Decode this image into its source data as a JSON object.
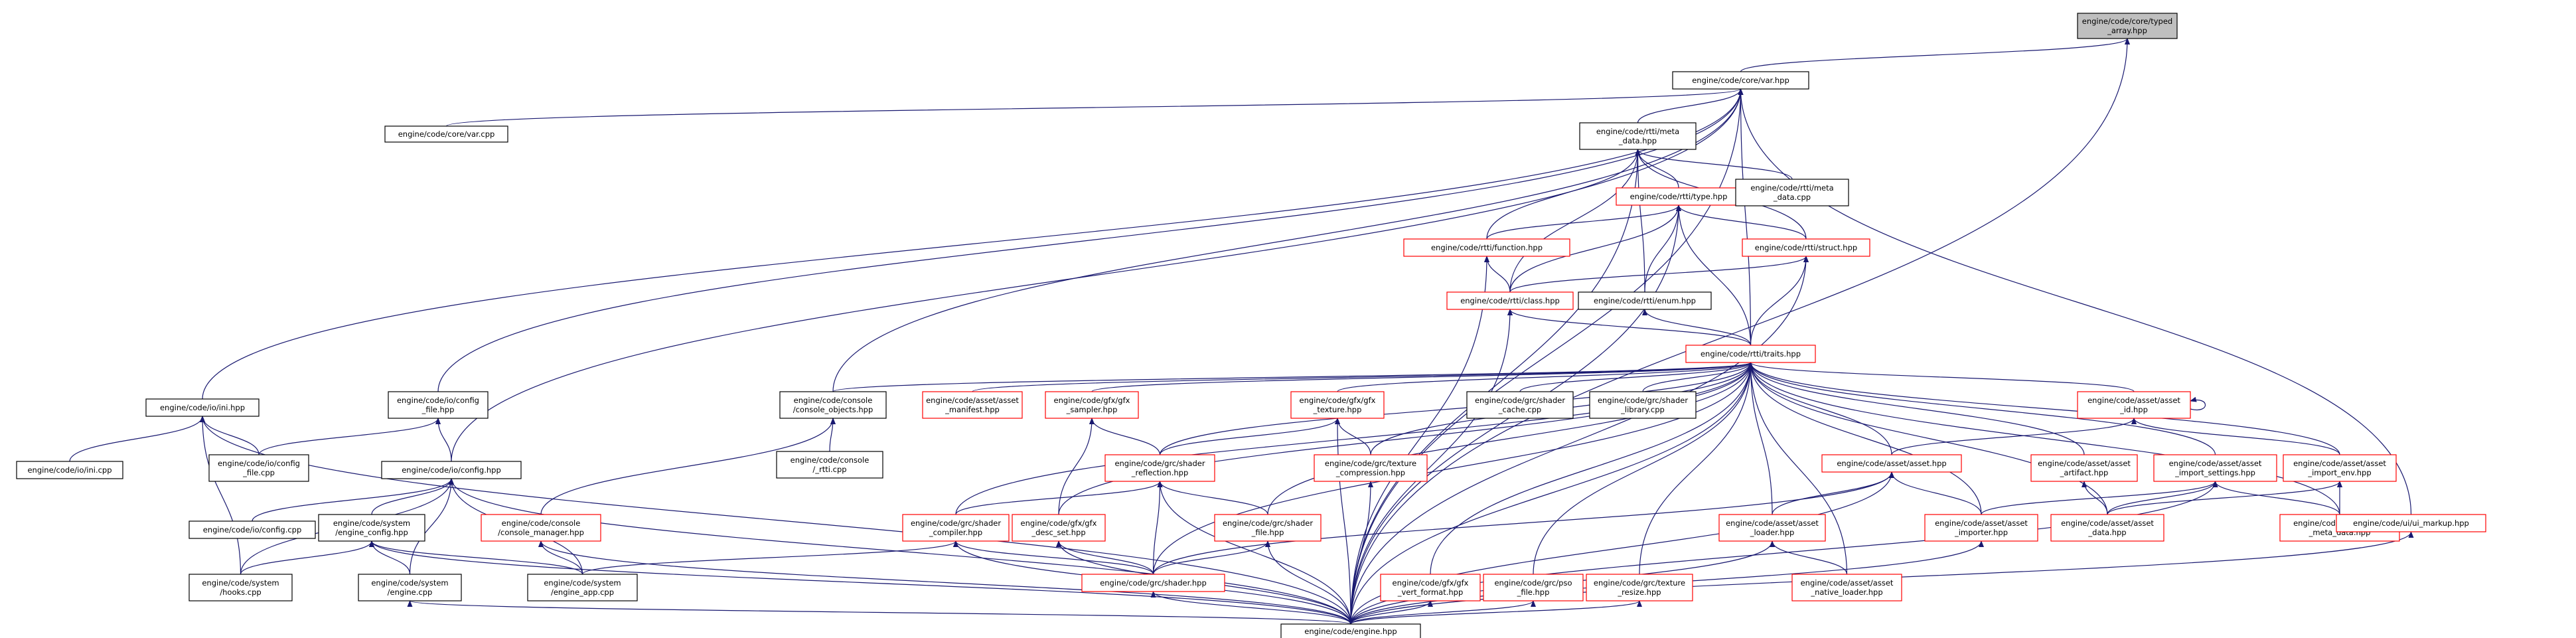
{
  "graph": {
    "nodes": [
      {
        "id": "typed_array",
        "lines": [
          "engine/code/core/typed",
          "_array.hpp"
        ],
        "style": "root"
      },
      {
        "id": "var_hpp",
        "lines": [
          "engine/code/core/var.hpp"
        ],
        "style": "black"
      },
      {
        "id": "var_cpp",
        "lines": [
          "engine/code/core/var.cpp"
        ],
        "style": "black"
      },
      {
        "id": "meta_data_hpp",
        "lines": [
          "engine/code/rtti/meta",
          "_data.hpp"
        ],
        "style": "black"
      },
      {
        "id": "type_hpp",
        "lines": [
          "engine/code/rtti/type.hpp"
        ],
        "style": "red"
      },
      {
        "id": "meta_data_cpp",
        "lines": [
          "engine/code/rtti/meta",
          "_data.cpp"
        ],
        "style": "black"
      },
      {
        "id": "function_hpp",
        "lines": [
          "engine/code/rtti/function.hpp"
        ],
        "style": "red"
      },
      {
        "id": "struct_hpp",
        "lines": [
          "engine/code/rtti/struct.hpp"
        ],
        "style": "red"
      },
      {
        "id": "class_hpp",
        "lines": [
          "engine/code/rtti/class.hpp"
        ],
        "style": "red"
      },
      {
        "id": "enum_hpp",
        "lines": [
          "engine/code/rtti/enum.hpp"
        ],
        "style": "black"
      },
      {
        "id": "traits_hpp",
        "lines": [
          "engine/code/rtti/traits.hpp"
        ],
        "style": "red"
      },
      {
        "id": "ini_hpp",
        "lines": [
          "engine/code/io/ini.hpp"
        ],
        "style": "black"
      },
      {
        "id": "ini_cpp",
        "lines": [
          "engine/code/io/ini.cpp"
        ],
        "style": "black"
      },
      {
        "id": "config_file_hpp",
        "lines": [
          "engine/code/io/config",
          "_file.hpp"
        ],
        "style": "black"
      },
      {
        "id": "config_file_cpp",
        "lines": [
          "engine/code/io/config",
          "_file.cpp"
        ],
        "style": "black"
      },
      {
        "id": "config_hpp",
        "lines": [
          "engine/code/io/config.hpp"
        ],
        "style": "black"
      },
      {
        "id": "config_cpp",
        "lines": [
          "engine/code/io/config.cpp"
        ],
        "style": "black"
      },
      {
        "id": "engine_config_hpp",
        "lines": [
          "engine/code/system",
          "/engine_config.hpp"
        ],
        "style": "black"
      },
      {
        "id": "hooks_cpp",
        "lines": [
          "engine/code/system",
          "/hooks.cpp"
        ],
        "style": "black"
      },
      {
        "id": "engine_cpp",
        "lines": [
          "engine/code/system",
          "/engine.cpp"
        ],
        "style": "black"
      },
      {
        "id": "engine_app_cpp",
        "lines": [
          "engine/code/system",
          "/engine_app.cpp"
        ],
        "style": "black"
      },
      {
        "id": "console_manager_hpp",
        "lines": [
          "engine/code/console",
          "/console_manager.hpp"
        ],
        "style": "red"
      },
      {
        "id": "console_objects_hpp",
        "lines": [
          "engine/code/console",
          "/console_objects.hpp"
        ],
        "style": "black"
      },
      {
        "id": "console_rtti_cpp",
        "lines": [
          "engine/code/console",
          "/_rtti.cpp"
        ],
        "style": "black"
      },
      {
        "id": "asset_manifest_hpp",
        "lines": [
          "engine/code/asset/asset",
          "_manifest.hpp"
        ],
        "style": "red"
      },
      {
        "id": "gfx_sampler_hpp",
        "lines": [
          "engine/code/gfx/gfx",
          "_sampler.hpp"
        ],
        "style": "red"
      },
      {
        "id": "gfx_texture_hpp",
        "lines": [
          "engine/code/gfx/gfx",
          "_texture.hpp"
        ],
        "style": "red"
      },
      {
        "id": "shader_cache_cpp",
        "lines": [
          "engine/code/grc/shader",
          "_cache.cpp"
        ],
        "style": "black"
      },
      {
        "id": "shader_library_cpp",
        "lines": [
          "engine/code/grc/shader",
          "_library.cpp"
        ],
        "style": "black"
      },
      {
        "id": "asset_id_hpp",
        "lines": [
          "engine/code/asset/asset",
          "_id.hpp"
        ],
        "style": "red"
      },
      {
        "id": "shader_reflection_hpp",
        "lines": [
          "engine/code/grc/shader",
          "_reflection.hpp"
        ],
        "style": "red"
      },
      {
        "id": "texture_compression_hpp",
        "lines": [
          "engine/code/grc/texture",
          "_compression.hpp"
        ],
        "style": "red"
      },
      {
        "id": "asset_hpp",
        "lines": [
          "engine/code/asset/asset.hpp"
        ],
        "style": "red"
      },
      {
        "id": "asset_artifact_hpp",
        "lines": [
          "engine/code/asset/asset",
          "_artifact.hpp"
        ],
        "style": "red"
      },
      {
        "id": "import_settings_hpp",
        "lines": [
          "engine/code/asset/asset",
          "_import_settings.hpp"
        ],
        "style": "red"
      },
      {
        "id": "import_env_hpp",
        "lines": [
          "engine/code/asset/asset",
          "_import_env.hpp"
        ],
        "style": "red"
      },
      {
        "id": "shader_compiler_hpp",
        "lines": [
          "engine/code/grc/shader",
          "_compiler.hpp"
        ],
        "style": "red"
      },
      {
        "id": "gfx_desc_set_hpp",
        "lines": [
          "engine/code/gfx/gfx",
          "_desc_set.hpp"
        ],
        "style": "red"
      },
      {
        "id": "shader_file_hpp",
        "lines": [
          "engine/code/grc/shader",
          "_file.hpp"
        ],
        "style": "red"
      },
      {
        "id": "asset_loader_hpp",
        "lines": [
          "engine/code/asset/asset",
          "_loader.hpp"
        ],
        "style": "red"
      },
      {
        "id": "asset_importer_hpp",
        "lines": [
          "engine/code/asset/asset",
          "_importer.hpp"
        ],
        "style": "red"
      },
      {
        "id": "asset_data_hpp",
        "lines": [
          "engine/code/asset/asset",
          "_data.hpp"
        ],
        "style": "red"
      },
      {
        "id": "asset_meta_data_hpp",
        "lines": [
          "engine/code/asset/asset",
          "_meta_data.hpp"
        ],
        "style": "red"
      },
      {
        "id": "ui_markup_hpp",
        "lines": [
          "engine/code/ui/ui_markup.hpp"
        ],
        "style": "red"
      },
      {
        "id": "shader_hpp",
        "lines": [
          "engine/code/grc/shader.hpp"
        ],
        "style": "red"
      },
      {
        "id": "gfx_vert_format_hpp",
        "lines": [
          "engine/code/gfx/gfx",
          "_vert_format.hpp"
        ],
        "style": "red"
      },
      {
        "id": "pso_file_hpp",
        "lines": [
          "engine/code/grc/pso",
          "_file.hpp"
        ],
        "style": "red"
      },
      {
        "id": "texture_resize_hpp",
        "lines": [
          "engine/code/grc/texture",
          "_resize.hpp"
        ],
        "style": "red"
      },
      {
        "id": "asset_native_loader_hpp",
        "lines": [
          "engine/code/asset/asset",
          "_native_loader.hpp"
        ],
        "style": "red"
      },
      {
        "id": "engine_hpp",
        "lines": [
          "engine/code/engine.hpp"
        ],
        "style": "black"
      }
    ],
    "edges": [
      [
        "var_hpp",
        "typed_array"
      ],
      [
        "engine_hpp",
        "typed_array"
      ],
      [
        "var_cpp",
        "var_hpp"
      ],
      [
        "meta_data_hpp",
        "var_hpp"
      ],
      [
        "traits_hpp",
        "var_hpp"
      ],
      [
        "ini_hpp",
        "var_hpp"
      ],
      [
        "config_file_hpp",
        "var_hpp"
      ],
      [
        "config_hpp",
        "var_hpp"
      ],
      [
        "console_objects_hpp",
        "var_hpp"
      ],
      [
        "ui_markup_hpp",
        "var_hpp"
      ],
      [
        "engine_hpp",
        "var_hpp"
      ],
      [
        "type_hpp",
        "meta_data_hpp"
      ],
      [
        "meta_data_cpp",
        "meta_data_hpp"
      ],
      [
        "function_hpp",
        "meta_data_hpp"
      ],
      [
        "struct_hpp",
        "meta_data_hpp"
      ],
      [
        "class_hpp",
        "meta_data_hpp"
      ],
      [
        "enum_hpp",
        "meta_data_hpp"
      ],
      [
        "engine_hpp",
        "meta_data_hpp"
      ],
      [
        "function_hpp",
        "type_hpp"
      ],
      [
        "struct_hpp",
        "type_hpp"
      ],
      [
        "class_hpp",
        "type_hpp"
      ],
      [
        "enum_hpp",
        "type_hpp"
      ],
      [
        "traits_hpp",
        "type_hpp"
      ],
      [
        "engine_hpp",
        "type_hpp"
      ],
      [
        "class_hpp",
        "function_hpp"
      ],
      [
        "engine_hpp",
        "function_hpp"
      ],
      [
        "class_hpp",
        "struct_hpp"
      ],
      [
        "traits_hpp",
        "struct_hpp"
      ],
      [
        "engine_hpp",
        "struct_hpp"
      ],
      [
        "traits_hpp",
        "class_hpp"
      ],
      [
        "engine_hpp",
        "class_hpp"
      ],
      [
        "traits_hpp",
        "enum_hpp"
      ],
      [
        "console_objects_hpp",
        "traits_hpp"
      ],
      [
        "asset_manifest_hpp",
        "traits_hpp"
      ],
      [
        "gfx_sampler_hpp",
        "traits_hpp"
      ],
      [
        "gfx_texture_hpp",
        "traits_hpp"
      ],
      [
        "shader_cache_cpp",
        "traits_hpp"
      ],
      [
        "shader_library_cpp",
        "traits_hpp"
      ],
      [
        "asset_id_hpp",
        "traits_hpp"
      ],
      [
        "shader_reflection_hpp",
        "traits_hpp"
      ],
      [
        "texture_compression_hpp",
        "traits_hpp"
      ],
      [
        "asset_hpp",
        "traits_hpp"
      ],
      [
        "asset_artifact_hpp",
        "traits_hpp"
      ],
      [
        "import_settings_hpp",
        "traits_hpp"
      ],
      [
        "import_env_hpp",
        "traits_hpp"
      ],
      [
        "shader_compiler_hpp",
        "traits_hpp"
      ],
      [
        "gfx_desc_set_hpp",
        "traits_hpp"
      ],
      [
        "shader_file_hpp",
        "traits_hpp"
      ],
      [
        "asset_loader_hpp",
        "traits_hpp"
      ],
      [
        "asset_importer_hpp",
        "traits_hpp"
      ],
      [
        "asset_data_hpp",
        "traits_hpp"
      ],
      [
        "asset_meta_data_hpp",
        "traits_hpp"
      ],
      [
        "shader_hpp",
        "traits_hpp"
      ],
      [
        "gfx_vert_format_hpp",
        "traits_hpp"
      ],
      [
        "pso_file_hpp",
        "traits_hpp"
      ],
      [
        "texture_resize_hpp",
        "traits_hpp"
      ],
      [
        "asset_native_loader_hpp",
        "traits_hpp"
      ],
      [
        "engine_hpp",
        "traits_hpp"
      ],
      [
        "ini_cpp",
        "ini_hpp"
      ],
      [
        "config_file_cpp",
        "ini_hpp"
      ],
      [
        "hooks_cpp",
        "ini_hpp"
      ],
      [
        "engine_hpp",
        "ini_hpp"
      ],
      [
        "config_file_cpp",
        "config_file_hpp"
      ],
      [
        "config_hpp",
        "config_file_hpp"
      ],
      [
        "config_cpp",
        "config_hpp"
      ],
      [
        "engine_config_hpp",
        "config_hpp"
      ],
      [
        "hooks_cpp",
        "config_hpp"
      ],
      [
        "engine_cpp",
        "config_hpp"
      ],
      [
        "engine_app_cpp",
        "config_hpp"
      ],
      [
        "engine_hpp",
        "config_hpp"
      ],
      [
        "hooks_cpp",
        "engine_config_hpp"
      ],
      [
        "engine_cpp",
        "engine_config_hpp"
      ],
      [
        "engine_app_cpp",
        "engine_config_hpp"
      ],
      [
        "engine_hpp",
        "engine_config_hpp"
      ],
      [
        "console_manager_hpp",
        "console_objects_hpp"
      ],
      [
        "console_rtti_cpp",
        "console_objects_hpp"
      ],
      [
        "engine_app_cpp",
        "console_manager_hpp"
      ],
      [
        "engine_hpp",
        "console_manager_hpp"
      ],
      [
        "shader_reflection_hpp",
        "gfx_sampler_hpp"
      ],
      [
        "gfx_desc_set_hpp",
        "gfx_sampler_hpp"
      ],
      [
        "shader_reflection_hpp",
        "gfx_texture_hpp"
      ],
      [
        "texture_compression_hpp",
        "gfx_texture_hpp"
      ],
      [
        "engine_hpp",
        "gfx_texture_hpp"
      ],
      [
        "shader_compiler_hpp",
        "shader_reflection_hpp"
      ],
      [
        "shader_file_hpp",
        "shader_reflection_hpp"
      ],
      [
        "shader_hpp",
        "shader_reflection_hpp"
      ],
      [
        "engine_hpp",
        "shader_reflection_hpp"
      ],
      [
        "engine_hpp",
        "texture_compression_hpp"
      ],
      [
        "asset_hpp",
        "asset_id_hpp"
      ],
      [
        "import_env_hpp",
        "asset_id_hpp"
      ],
      [
        "asset_id_hpp",
        "asset_id_hpp"
      ],
      [
        "asset_loader_hpp",
        "asset_hpp"
      ],
      [
        "asset_importer_hpp",
        "asset_hpp"
      ],
      [
        "shader_hpp",
        "asset_hpp"
      ],
      [
        "engine_hpp",
        "asset_hpp"
      ],
      [
        "asset_data_hpp",
        "asset_artifact_hpp"
      ],
      [
        "asset_importer_hpp",
        "import_settings_hpp"
      ],
      [
        "asset_data_hpp",
        "import_settings_hpp"
      ],
      [
        "asset_meta_data_hpp",
        "import_settings_hpp"
      ],
      [
        "engine_hpp",
        "import_settings_hpp"
      ],
      [
        "asset_data_hpp",
        "import_env_hpp"
      ],
      [
        "asset_meta_data_hpp",
        "import_env_hpp"
      ],
      [
        "shader_hpp",
        "shader_compiler_hpp"
      ],
      [
        "engine_hpp",
        "shader_compiler_hpp"
      ],
      [
        "engine_app_cpp",
        "shader_compiler_hpp"
      ],
      [
        "shader_hpp",
        "gfx_desc_set_hpp"
      ],
      [
        "engine_hpp",
        "gfx_desc_set_hpp"
      ],
      [
        "shader_hpp",
        "shader_file_hpp"
      ],
      [
        "engine_hpp",
        "shader_file_hpp"
      ],
      [
        "asset_native_loader_hpp",
        "asset_loader_hpp"
      ],
      [
        "engine_hpp",
        "asset_loader_hpp"
      ],
      [
        "engine_hpp",
        "asset_importer_hpp"
      ],
      [
        "engine_hpp",
        "ui_markup_hpp"
      ],
      [
        "engine_hpp",
        "shader_hpp"
      ],
      [
        "engine_hpp",
        "gfx_vert_format_hpp"
      ],
      [
        "engine_hpp",
        "pso_file_hpp"
      ],
      [
        "engine_hpp",
        "texture_resize_hpp"
      ],
      [
        "engine_hpp",
        "engine_cpp"
      ]
    ]
  }
}
